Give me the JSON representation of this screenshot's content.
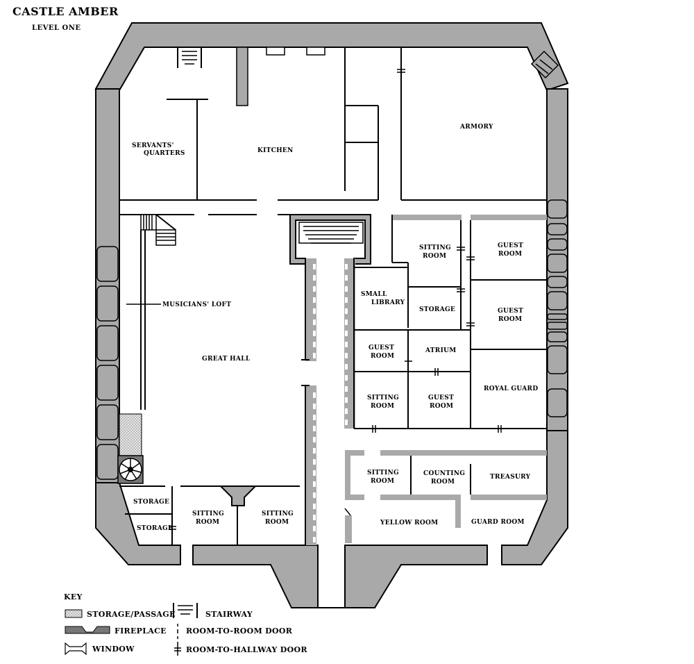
{
  "map": {
    "title": "CASTLE AMBER",
    "subtitle": "LEVEL ONE"
  },
  "rooms": {
    "servants_quarters": [
      "SERVANTS'",
      "QUARTERS"
    ],
    "kitchen": "KITCHEN",
    "armory": "ARMORY",
    "musicians_loft": "MUSICIANS' LOFT",
    "great_hall": "GREAT HALL",
    "sitting_room_1": [
      "SITTING",
      "ROOM"
    ],
    "guest_room_1": [
      "GUEST",
      "ROOM"
    ],
    "small_library": [
      "SMALL",
      "LIBRARY"
    ],
    "storage_1": "STORAGE",
    "guest_room_2": [
      "GUEST",
      "ROOM"
    ],
    "guest_room_3": [
      "GUEST",
      "ROOM"
    ],
    "atrium": "ATRIUM",
    "sitting_room_2": [
      "SITTING",
      "ROOM"
    ],
    "guest_room_4": [
      "GUEST",
      "ROOM"
    ],
    "royal_guard": "ROYAL GUARD",
    "sitting_room_3": [
      "SITTING",
      "ROOM"
    ],
    "counting_room": [
      "COUNTING",
      "ROOM"
    ],
    "treasury": "TREASURY",
    "yellow_room": "YELLOW ROOM",
    "guard_room": "GUARD ROOM",
    "storage_2": "STORAGE",
    "storage_3": "STORAGE",
    "sitting_room_4": [
      "SITTING",
      "ROOM"
    ],
    "sitting_room_5": [
      "SITTING",
      "ROOM"
    ]
  },
  "legend": {
    "heading": "KEY",
    "storage": "STORAGE/PASSAGE",
    "fireplace": "FIREPLACE",
    "window": "WINDOW",
    "stairway": "STAIRWAY",
    "room_door": "ROOM-TO-ROOM DOOR",
    "hall_door": "ROOM-TO-HALLWAY DOOR"
  },
  "colors": {
    "wall": "#a9a9a9",
    "ink": "#000000",
    "storage_fill": "#d8d8d8"
  }
}
